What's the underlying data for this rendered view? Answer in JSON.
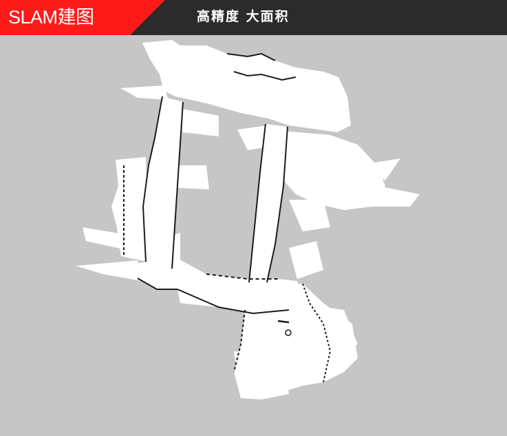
{
  "header": {
    "badge_label": "SLAM建图",
    "subtitle": "高精度 大面积"
  },
  "colors": {
    "background": "#c6c6c6",
    "header_bar": "#2b2b2b",
    "badge": "#ff1a1a",
    "map_free_space": "#ffffff",
    "map_wall": "#1a1a1a"
  },
  "icons": [
    "slam-occupancy-map"
  ]
}
